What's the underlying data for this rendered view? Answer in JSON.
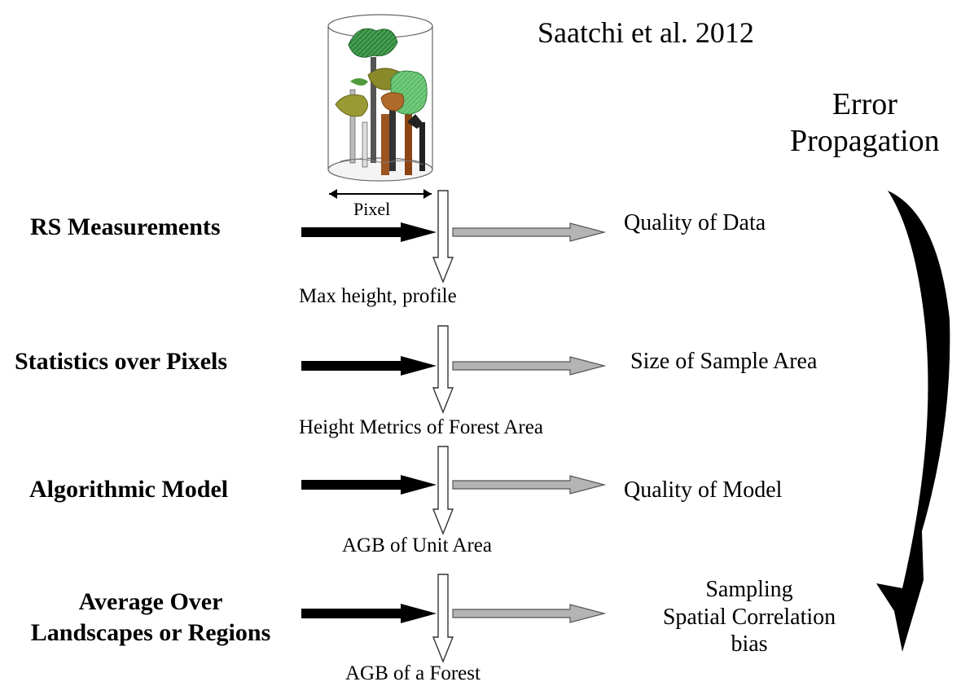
{
  "title": "Saatchi et al. 2012",
  "error_label": "Error\nPropagation",
  "pixel_label": "Pixel",
  "steps": [
    {
      "label": "RS Measurements",
      "output": "Quality of Data",
      "result": "Max height, profile"
    },
    {
      "label": "Statistics over Pixels",
      "output": "Size of Sample Area",
      "result": "Height Metrics of Forest Area"
    },
    {
      "label": "Algorithmic Model",
      "output": "Quality of Model",
      "result": "AGB of Unit Area"
    },
    {
      "label": "Average Over\nLandscapes or Regions",
      "output": "Sampling\nSpatial Correlation\nbias",
      "result": "AGB of a Forest"
    }
  ],
  "icons": [
    "forest-cylinder-icon",
    "black-arrow-icon",
    "gray-arrow-icon",
    "hollow-down-arrow-icon",
    "curved-arrow-icon"
  ],
  "colors": {
    "black_arrow": "#000000",
    "gray_arrow": "#b4b4b4",
    "hollow_arrow": "#ffffff",
    "tree_green": "#2e8b3a",
    "tree_olive": "#8a8a2a",
    "trunk_brown": "#8b4513"
  }
}
